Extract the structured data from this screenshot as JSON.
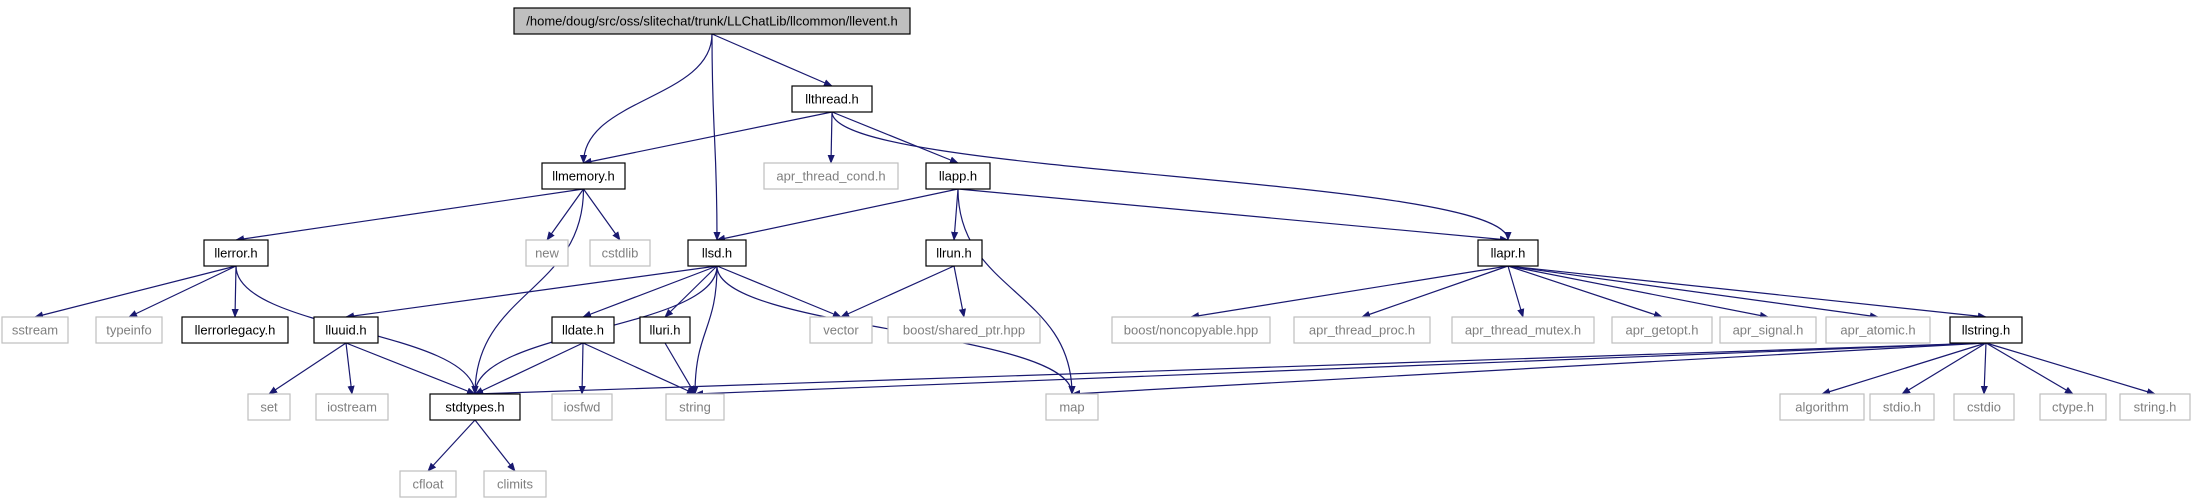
{
  "diagram": {
    "root": "/home/doug/src/oss/slitechat/trunk/LLChatLib/llcommon/llevent.h",
    "nodes": [
      {
        "id": "root",
        "label": "/home/doug/src/oss/slitechat/trunk/LLChatLib/llcommon/llevent.h",
        "kind": "root"
      },
      {
        "id": "llthread",
        "label": "llthread.h",
        "kind": "documented"
      },
      {
        "id": "llmemory",
        "label": "llmemory.h",
        "kind": "documented"
      },
      {
        "id": "apr_thread_cond",
        "label": "apr_thread_cond.h",
        "kind": "external"
      },
      {
        "id": "llapp",
        "label": "llapp.h",
        "kind": "documented"
      },
      {
        "id": "llerror",
        "label": "llerror.h",
        "kind": "documented"
      },
      {
        "id": "new",
        "label": "new",
        "kind": "external"
      },
      {
        "id": "cstdlib",
        "label": "cstdlib",
        "kind": "external"
      },
      {
        "id": "llsd",
        "label": "llsd.h",
        "kind": "documented"
      },
      {
        "id": "llrun",
        "label": "llrun.h",
        "kind": "documented"
      },
      {
        "id": "llapr",
        "label": "llapr.h",
        "kind": "documented"
      },
      {
        "id": "sstream",
        "label": "sstream",
        "kind": "external"
      },
      {
        "id": "typeinfo",
        "label": "typeinfo",
        "kind": "external"
      },
      {
        "id": "llerrorlegacy",
        "label": "llerrorlegacy.h",
        "kind": "documented"
      },
      {
        "id": "lluuid",
        "label": "lluuid.h",
        "kind": "documented"
      },
      {
        "id": "lldate",
        "label": "lldate.h",
        "kind": "documented"
      },
      {
        "id": "lluri",
        "label": "lluri.h",
        "kind": "documented"
      },
      {
        "id": "vector",
        "label": "vector",
        "kind": "external"
      },
      {
        "id": "boost_shared_ptr",
        "label": "boost/shared_ptr.hpp",
        "kind": "external"
      },
      {
        "id": "boost_noncopyable",
        "label": "boost/noncopyable.hpp",
        "kind": "external"
      },
      {
        "id": "apr_thread_proc",
        "label": "apr_thread_proc.h",
        "kind": "external"
      },
      {
        "id": "apr_thread_mutex",
        "label": "apr_thread_mutex.h",
        "kind": "external"
      },
      {
        "id": "apr_getopt",
        "label": "apr_getopt.h",
        "kind": "external"
      },
      {
        "id": "apr_signal",
        "label": "apr_signal.h",
        "kind": "external"
      },
      {
        "id": "apr_atomic",
        "label": "apr_atomic.h",
        "kind": "external"
      },
      {
        "id": "llstring",
        "label": "llstring.h",
        "kind": "documented"
      },
      {
        "id": "set",
        "label": "set",
        "kind": "external"
      },
      {
        "id": "iostream",
        "label": "iostream",
        "kind": "external"
      },
      {
        "id": "stdtypes",
        "label": "stdtypes.h",
        "kind": "documented"
      },
      {
        "id": "iosfwd",
        "label": "iosfwd",
        "kind": "external"
      },
      {
        "id": "string",
        "label": "string",
        "kind": "external"
      },
      {
        "id": "map",
        "label": "map",
        "kind": "external"
      },
      {
        "id": "algorithm",
        "label": "algorithm",
        "kind": "external"
      },
      {
        "id": "stdio_h",
        "label": "stdio.h",
        "kind": "external"
      },
      {
        "id": "cstdio",
        "label": "cstdio",
        "kind": "external"
      },
      {
        "id": "ctype_h",
        "label": "ctype.h",
        "kind": "external"
      },
      {
        "id": "string_h",
        "label": "string.h",
        "kind": "external"
      },
      {
        "id": "cfloat",
        "label": "cfloat",
        "kind": "external"
      },
      {
        "id": "climits",
        "label": "climits",
        "kind": "external"
      }
    ],
    "edges": [
      [
        "root",
        "llthread"
      ],
      [
        "root",
        "llmemory"
      ],
      [
        "root",
        "llsd"
      ],
      [
        "llthread",
        "llmemory"
      ],
      [
        "llthread",
        "apr_thread_cond"
      ],
      [
        "llthread",
        "llapp"
      ],
      [
        "llthread",
        "llapr"
      ],
      [
        "llmemory",
        "llerror"
      ],
      [
        "llmemory",
        "new"
      ],
      [
        "llmemory",
        "cstdlib"
      ],
      [
        "llmemory",
        "stdtypes"
      ],
      [
        "llapp",
        "llsd"
      ],
      [
        "llapp",
        "llrun"
      ],
      [
        "llapp",
        "llapr"
      ],
      [
        "llapp",
        "map"
      ],
      [
        "llerror",
        "sstream"
      ],
      [
        "llerror",
        "typeinfo"
      ],
      [
        "llerror",
        "llerrorlegacy"
      ],
      [
        "llerror",
        "stdtypes"
      ],
      [
        "llsd",
        "lluuid"
      ],
      [
        "llsd",
        "lldate"
      ],
      [
        "llsd",
        "lluri"
      ],
      [
        "llsd",
        "vector"
      ],
      [
        "llsd",
        "stdtypes"
      ],
      [
        "llsd",
        "string"
      ],
      [
        "llsd",
        "map"
      ],
      [
        "llrun",
        "vector"
      ],
      [
        "llrun",
        "boost_shared_ptr"
      ],
      [
        "llapr",
        "boost_noncopyable"
      ],
      [
        "llapr",
        "apr_thread_proc"
      ],
      [
        "llapr",
        "apr_thread_mutex"
      ],
      [
        "llapr",
        "apr_getopt"
      ],
      [
        "llapr",
        "apr_signal"
      ],
      [
        "llapr",
        "apr_atomic"
      ],
      [
        "llapr",
        "llstring"
      ],
      [
        "lluuid",
        "set"
      ],
      [
        "lluuid",
        "iostream"
      ],
      [
        "lluuid",
        "stdtypes"
      ],
      [
        "lldate",
        "stdtypes"
      ],
      [
        "lldate",
        "iosfwd"
      ],
      [
        "lldate",
        "string"
      ],
      [
        "lluri",
        "string"
      ],
      [
        "llstring",
        "stdtypes"
      ],
      [
        "llstring",
        "string"
      ],
      [
        "llstring",
        "map"
      ],
      [
        "llstring",
        "algorithm"
      ],
      [
        "llstring",
        "stdio_h"
      ],
      [
        "llstring",
        "cstdio"
      ],
      [
        "llstring",
        "ctype_h"
      ],
      [
        "llstring",
        "string_h"
      ],
      [
        "stdtypes",
        "cfloat"
      ],
      [
        "stdtypes",
        "climits"
      ]
    ]
  },
  "colors": {
    "edge": "#191970",
    "documented_border": "#000000",
    "external_border": "#bfbfbf",
    "external_text": "#7f7f7f",
    "root_fill": "#bfbfbf"
  }
}
